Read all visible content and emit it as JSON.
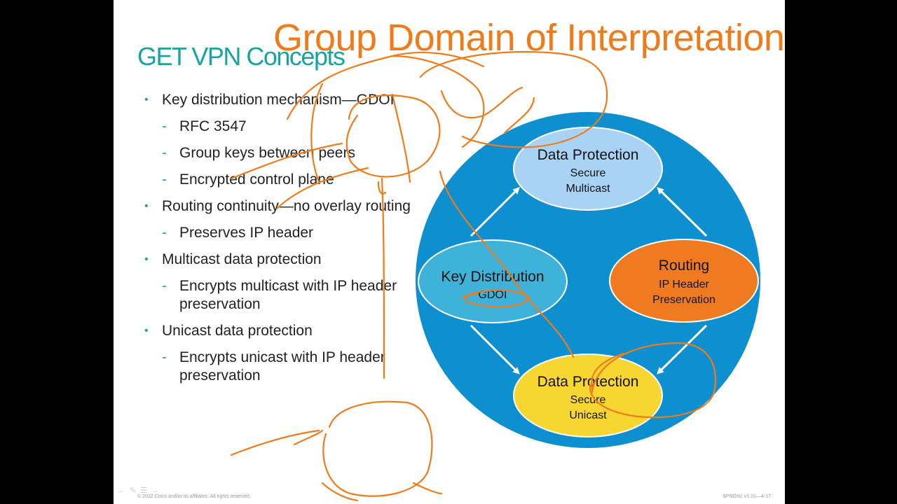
{
  "slide": {
    "title": "GET VPN Concepts",
    "bullets": [
      {
        "level": 1,
        "text": "Key distribution mechanism—GDOI"
      },
      {
        "level": 2,
        "text": "RFC 3547"
      },
      {
        "level": 2,
        "text": "Group keys between peers"
      },
      {
        "level": 2,
        "text": "Encrypted control plane"
      },
      {
        "level": 1,
        "text": "Routing continuity—no overlay routing"
      },
      {
        "level": 2,
        "text": "Preserves IP header"
      },
      {
        "level": 1,
        "text": "Multicast data protection"
      },
      {
        "level": 2,
        "text": "Encrypts multicast with IP header preservation"
      },
      {
        "level": 1,
        "text": "Unicast data protection"
      },
      {
        "level": 2,
        "text": "Encrypts unicast with IP header preservation"
      }
    ],
    "diagram": {
      "top": {
        "title": "Data Protection",
        "line1": "Secure",
        "line2": "Multicast"
      },
      "left": {
        "title": "Key Distribution",
        "line1": "GDOI"
      },
      "right": {
        "title": "Routing",
        "line1": "IP Header",
        "line2": "Preservation"
      },
      "bottom": {
        "title": "Data Protection",
        "line1": "Secure",
        "line2": "Unicast"
      }
    },
    "copyright": "© 2012 Cisco and/or its affiliates. All rights reserved.",
    "slide_id": "SPNGN1 v1.01—4-17",
    "nav_icons": [
      "back-icon",
      "edit-icon",
      "menu-icon",
      "forward-icon"
    ]
  },
  "annotation": {
    "heading": "Group Domain of Interpretation"
  },
  "colors": {
    "big_circle": "#0e8fcf",
    "top_node": "#a9d3f5",
    "left_node": "#3fb2d9",
    "right_node": "#f07a20",
    "bottom_node": "#f7d632",
    "ink": "#f07b1a",
    "title": "#1aa3a3"
  }
}
